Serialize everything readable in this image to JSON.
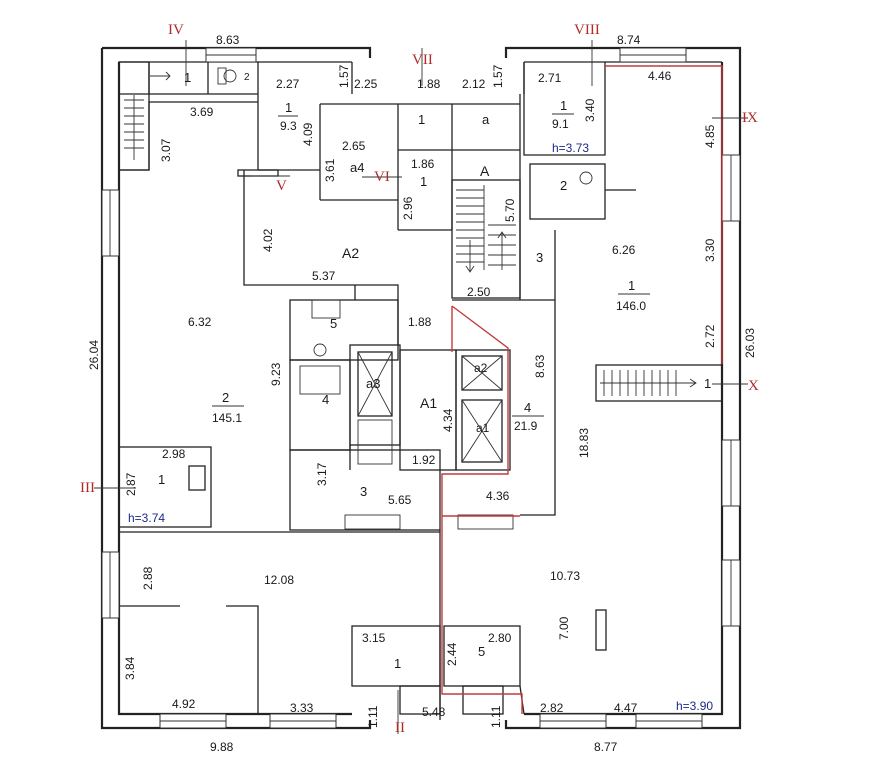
{
  "roman_markers": {
    "top_left": "IV",
    "top_mid": "VII",
    "top_right": "VIII",
    "right_upper": "IX",
    "right_lower": "X",
    "left": "III",
    "bottom": "II",
    "inner_upper": "V",
    "inner_mid": "VI"
  },
  "outer_dimensions": {
    "top_left": "8.63",
    "top_right": "8.74",
    "left_side": "26.04",
    "right_side": "26.03",
    "bottom_left": "9.88",
    "bottom_right": "8.77",
    "bottom_mid": "5.48",
    "bottom_post_left": "1.11",
    "bottom_post_right": "1.11",
    "top_post_left": "1.57",
    "top_post_right": "1.57"
  },
  "inner_dimensions": {
    "d_2_27": "2.27",
    "d_2_25": "2.25",
    "d_1_88_top": "1.88",
    "d_2_12": "2.12",
    "d_2_71": "2.71",
    "d_4_46": "4.46",
    "d_3_69": "3.69",
    "d_3_07": "3.07",
    "d_4_09": "4.09",
    "d_2_65": "2.65",
    "d_3_61": "3.61",
    "d_1_86": "1.86",
    "d_2_96": "2.96",
    "d_5_70": "5.70",
    "d_3_40": "3.40",
    "d_4_85": "4.85",
    "d_4_02": "4.02",
    "d_5_37": "5.37",
    "d_2_50": "2.50",
    "d_6_26": "6.26",
    "d_3_30": "3.30",
    "d_6_32": "6.32",
    "d_1_88_mid": "1.88",
    "d_2_72": "2.72",
    "d_9_23": "9.23",
    "d_8_63": "8.63",
    "d_4_34": "4.34",
    "d_1_92": "1.92",
    "d_18_83": "18.83",
    "d_2_98": "2.98",
    "d_2_87": "2.87",
    "d_3_17": "3.17",
    "d_5_65": "5.65",
    "d_4_36": "4.36",
    "d_2_88": "2.88",
    "d_12_08": "12.08",
    "d_10_73": "10.73",
    "d_7_00": "7.00",
    "d_3_15": "3.15",
    "d_2_44": "2.44",
    "d_2_80": "2.80",
    "d_3_84": "3.84",
    "d_4_92": "4.92",
    "d_3_33": "3.33",
    "d_2_82": "2.82",
    "d_4_47": "4.47"
  },
  "rooms": {
    "r1_top_left": "1",
    "r2_small": "2",
    "r1_left_upper_num": "1",
    "r1_left_upper_area": "9.3",
    "r1_top_mid": "1",
    "r_a_top": "a",
    "r_a4": "a4",
    "r1_small_mid": "1",
    "r_A": "A",
    "r1_right_upper_num": "1",
    "r1_right_upper_area": "9.1",
    "r2_right": "2",
    "r3_right": "3",
    "r_A2": "A2",
    "r1_big_num": "1",
    "r1_big_area": "146.0",
    "r2_big_num": "2",
    "r2_big_area": "145.1",
    "r5_mid": "5",
    "r4_mid_left": "4",
    "r_a3": "a3",
    "r_A1": "A1",
    "r_a2": "a2",
    "r_a1": "a1",
    "r4_mid_right_num": "4",
    "r4_mid_right_area": "21.9",
    "r1_stair_right": "1",
    "r1_left_small": "1",
    "r3_bottom_mid": "3",
    "r1_bottom": "1",
    "r5_bottom": "5"
  },
  "heights": {
    "h_top_right": "h=3.73",
    "h_left": "h=3.74",
    "h_bottom_right": "h=3.90"
  }
}
